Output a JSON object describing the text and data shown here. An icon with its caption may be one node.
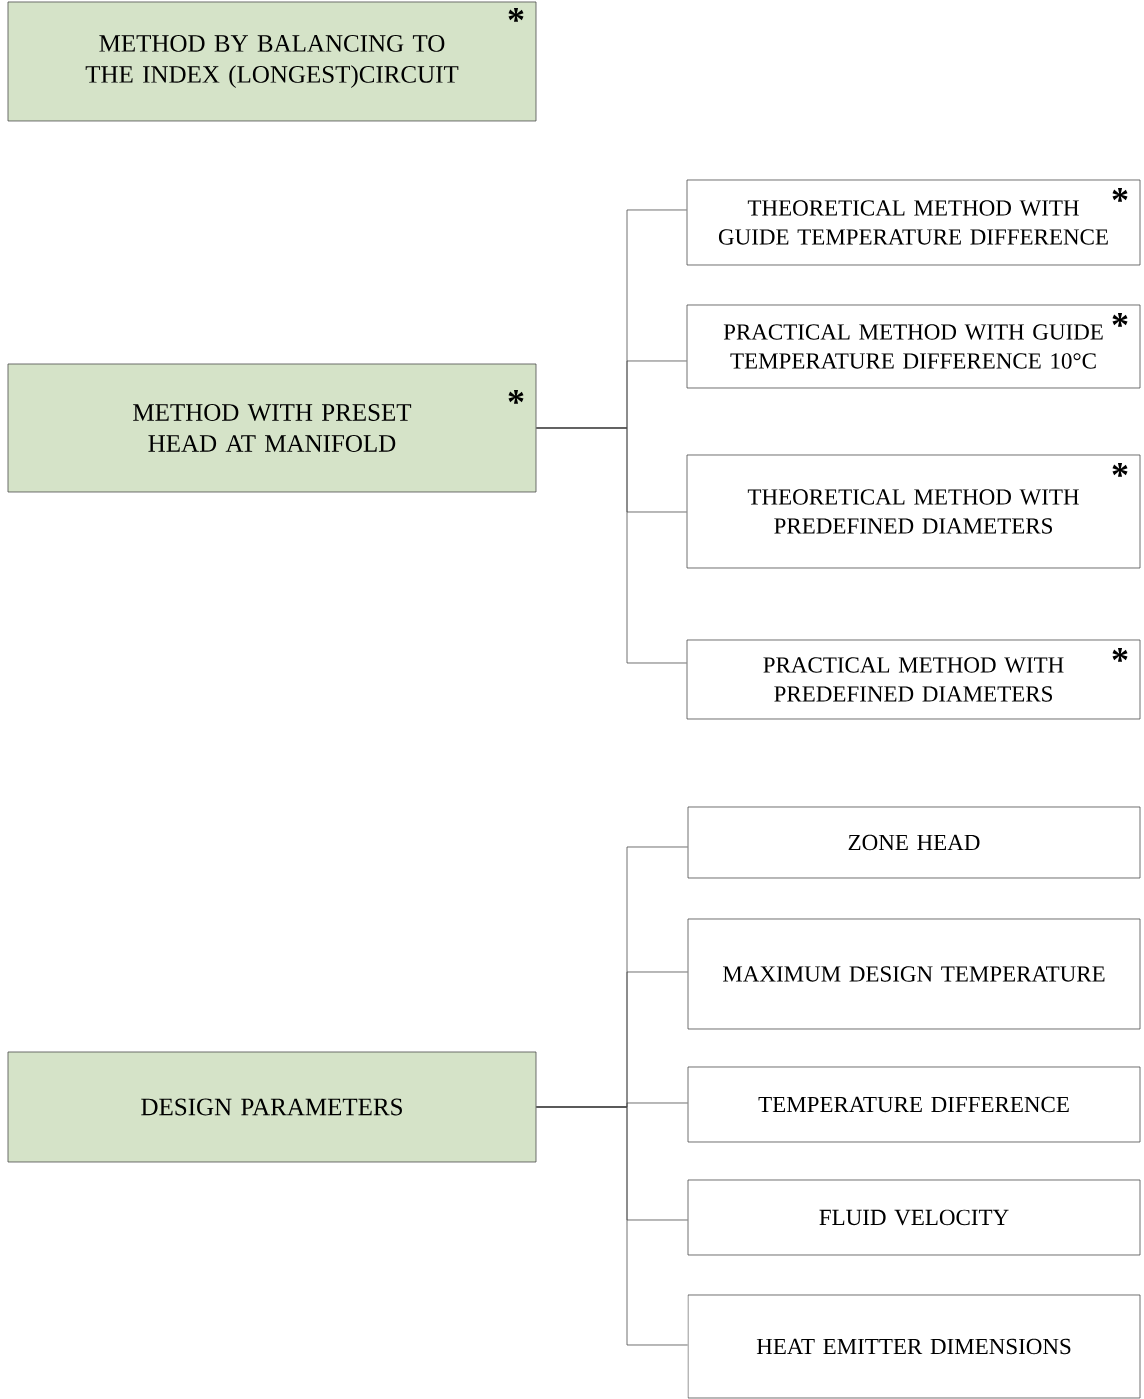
{
  "diagram": {
    "nodes": [
      {
        "text": [
          "METHOD BY BALANCING TO THE INDEX (LONGEST)CIRCUIT",
          "*"
        ]
      },
      {
        "text": [
          "METHOD WITH PRESET HEAD AT MANIFOLD",
          "*"
        ]
      },
      {
        "text": [
          "THEORETICAL METHOD WITH GUIDE TEMPERATURE DIFFERENCE",
          "*"
        ]
      },
      {
        "text": [
          "PRACTICAL METHOD WITH GUIDE TEMPERATURE DIFFERENCE 10°C",
          "*"
        ]
      },
      {
        "text": [
          "THEORETICAL METHOD WITH PREDEFINED DIAMETERS",
          "*"
        ]
      },
      {
        "text": [
          "PRACTICAL METHOD WITH PREDEFINED DIAMETERS",
          "*"
        ]
      },
      {
        "text": [
          "DESIGN PARAMETERS"
        ]
      },
      {
        "text": [
          "ZONE HEAD"
        ]
      },
      {
        "text": [
          "MAXIMUM DESIGN TEMPERATURE"
        ]
      },
      {
        "text": [
          "TEMPERATURE DIFFERENCE"
        ]
      },
      {
        "text": [
          "FLUID VELOCITY"
        ]
      },
      {
        "text": [
          "HEAT EMITTER DIMENSIONS"
        ]
      }
    ],
    "edges": [
      {
        "from": 1,
        "to": 2,
        "arrow": "none"
      },
      {
        "from": 1,
        "to": 3,
        "arrow": "none"
      },
      {
        "from": 1,
        "to": 4,
        "arrow": "none"
      },
      {
        "from": 1,
        "to": 5,
        "arrow": "none"
      },
      {
        "from": 6,
        "to": 7,
        "arrow": "none"
      },
      {
        "from": 6,
        "to": 8,
        "arrow": "none"
      },
      {
        "from": 6,
        "to": 9,
        "arrow": "none"
      },
      {
        "from": 6,
        "to": 10,
        "arrow": "none"
      },
      {
        "from": 6,
        "to": 11,
        "arrow": "none"
      }
    ]
  }
}
